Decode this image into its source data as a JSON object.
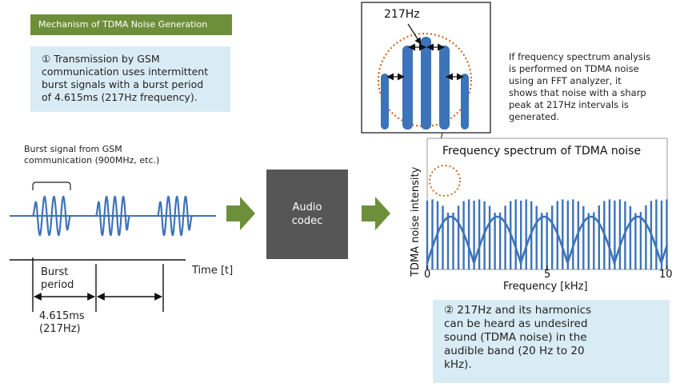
{
  "title": "Mechanism of TDMA Noise Generation",
  "note1": {
    "marker": "①",
    "lines": [
      "Transmission  by GSM",
      "communication  uses intermittent",
      "burst signals with a burst period",
      "of 4.615ms (217Hz frequency)."
    ]
  },
  "burst": {
    "label_lines": [
      "Burst signal from GSM",
      "communication (900MHz, etc.)"
    ],
    "time_axis_label": "Time [t]",
    "period_label_lines": [
      "Burst",
      "period"
    ],
    "period_value_lines": [
      "4.615ms",
      "(217Hz)"
    ]
  },
  "codec": {
    "lines": [
      "Audio",
      "codec"
    ]
  },
  "zoom": {
    "label": "217Hz"
  },
  "fft_text_lines": [
    "If frequency spectrum analysis",
    "is performed on TDMA noise",
    "using an FFT analyzer, it",
    "shows that noise with a sharp",
    "peak at 217Hz intervals is",
    "generated."
  ],
  "spectrum": {
    "title": "Frequency spectrum of TDMA noise",
    "ylabel": "TDMA noise intensity",
    "xlabel": "Frequency [kHz]",
    "ticks": [
      {
        "value": 0,
        "label": "0"
      },
      {
        "value": 5,
        "label": "5"
      },
      {
        "value": 10,
        "label": "10"
      }
    ]
  },
  "note2": {
    "marker": "②",
    "lines": [
      "217Hz and its harmonics",
      "can be heard as undesired",
      "sound (TDMA noise) in the",
      "audible band (20 Hz to 20",
      "kHz)."
    ]
  },
  "colors": {
    "wave": "#3d73b8",
    "arrow": "#6e8f3a",
    "highlight": "#d2691e",
    "banner": "#6e8f3a",
    "note_bg": "#d9ecf5",
    "codec_bg": "#565656"
  }
}
